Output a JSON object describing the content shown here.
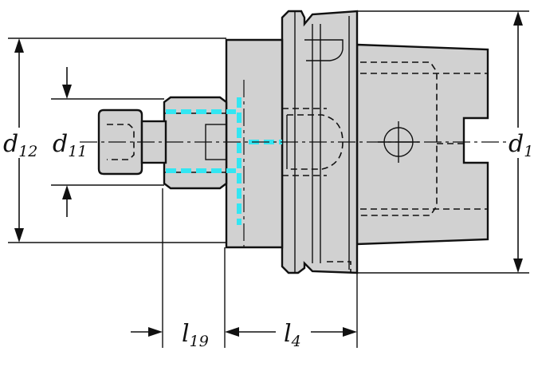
{
  "labels": {
    "d12": {
      "main": "d",
      "sub": "12"
    },
    "d11": {
      "main": "d",
      "sub": "11"
    },
    "d1": {
      "main": "d",
      "sub": "1"
    },
    "l19": {
      "main": "l",
      "sub": "19"
    },
    "l4": {
      "main": "l",
      "sub": "4"
    }
  },
  "colors": {
    "body_fill": "#d1d1d1",
    "line": "#111111",
    "coolant": "#33e6f2",
    "background": "#ffffff"
  }
}
